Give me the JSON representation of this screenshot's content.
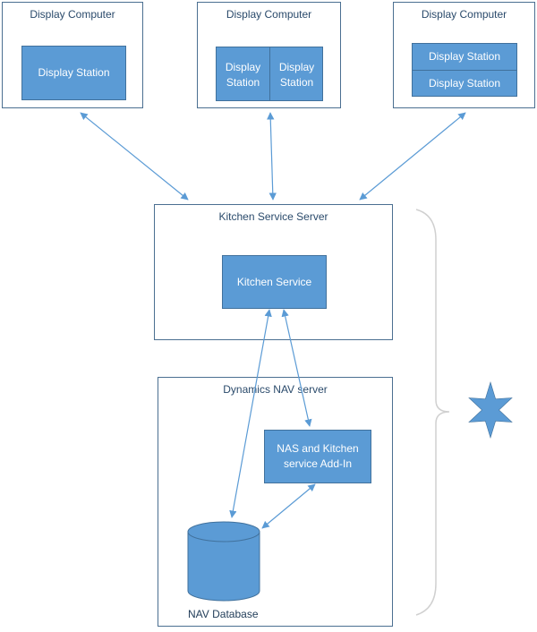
{
  "display_computers": [
    {
      "title": "Display Computer",
      "stations": [
        "Display Station"
      ]
    },
    {
      "title": "Display Computer",
      "stations": [
        "Display\nStation",
        "Display\nStation"
      ]
    },
    {
      "title": "Display Computer",
      "stations": [
        "Display Station",
        "Display Station"
      ]
    }
  ],
  "kitchen_server": {
    "title": "Kitchen Service Server",
    "service": "Kitchen Service"
  },
  "nav_server": {
    "title": "Dynamics NAV server",
    "addin": "NAS and Kitchen\nservice Add-In",
    "database": "NAV Database"
  },
  "colors": {
    "fill": "#5b9bd5",
    "stroke": "#41719c",
    "frame": "#4b6f91",
    "arrow": "#5b9bd5",
    "star": "#5b9bd5",
    "brace": "#d0d0d0"
  },
  "icons": [
    "star-icon",
    "database-cylinder-icon"
  ]
}
